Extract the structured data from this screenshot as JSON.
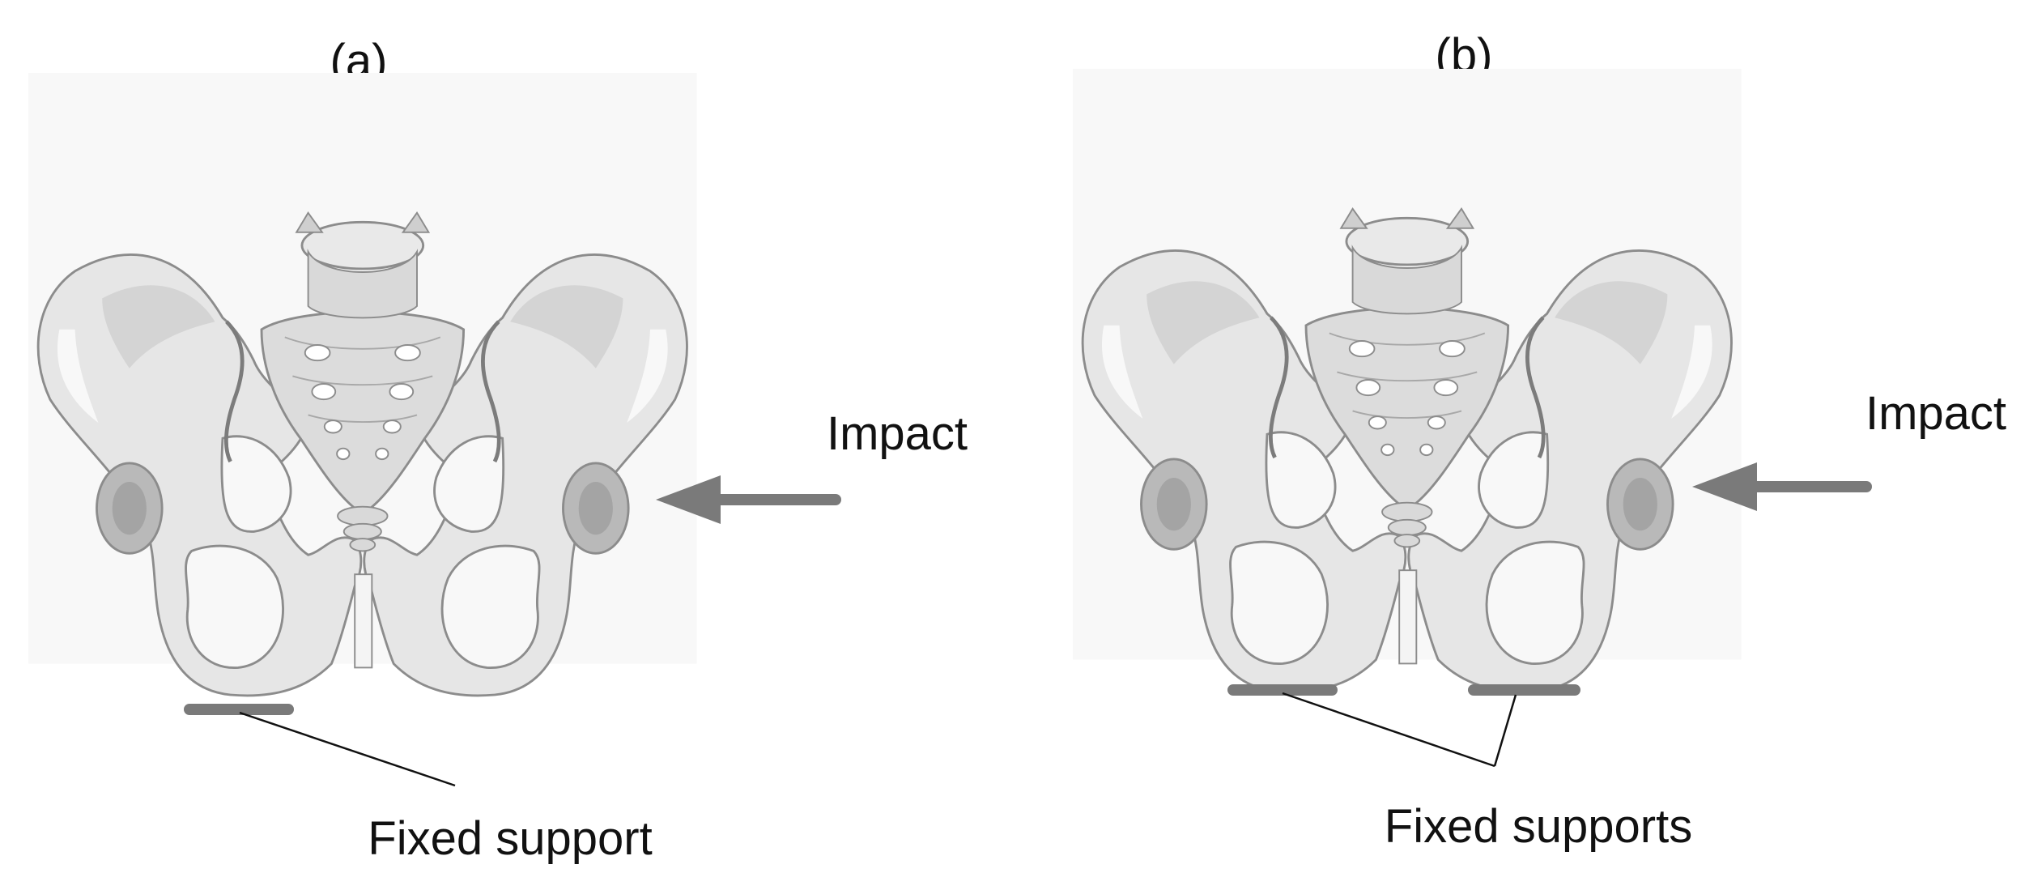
{
  "panels": [
    {
      "label": "(a)",
      "impact_label": "Impact",
      "support_label": "Fixed support"
    },
    {
      "label": "(b)",
      "impact_label": "Impact",
      "support_label": "Fixed supports"
    }
  ],
  "colors": {
    "bone_fill": "#e6e6e6",
    "bone_shade": "#cfcfcf",
    "bone_dark": "#b4b4b4",
    "bone_stroke": "#8c8c8c",
    "arrow": "#7a7a7a",
    "support": "#7a7a7a",
    "leader_line": "#111111",
    "panel_background": "#f7f7f7"
  }
}
